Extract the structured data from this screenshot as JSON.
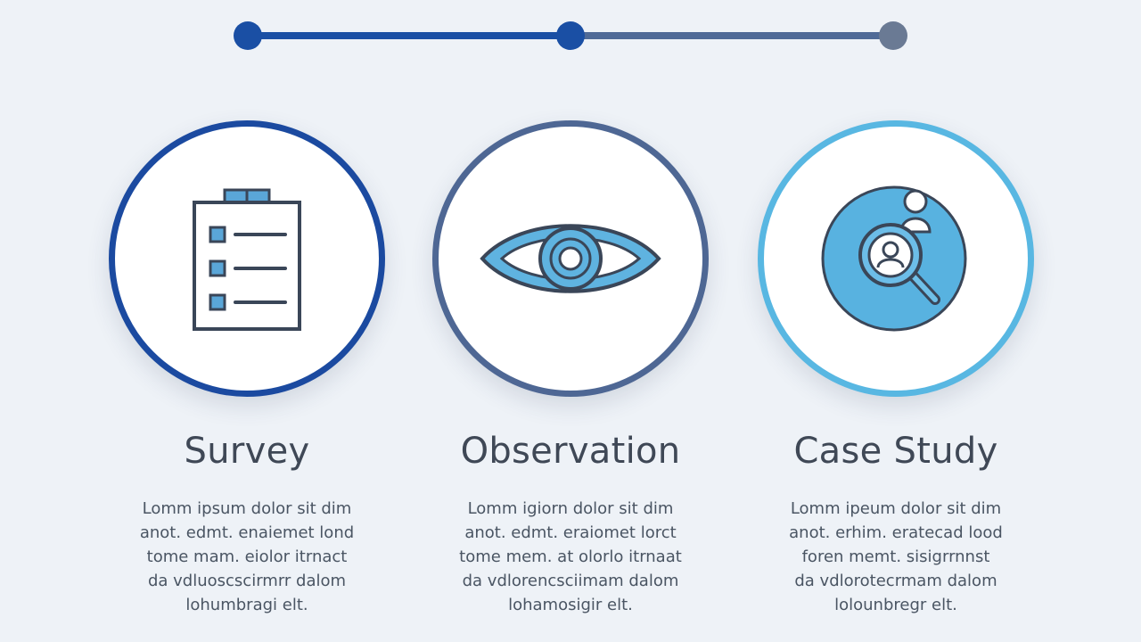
{
  "timeline": {
    "colors": [
      "#1a4fa4",
      "#4f6a97",
      "#6a7a94"
    ]
  },
  "cards": [
    {
      "title": "Survey",
      "description": "Lomm ipsum dolor sit dim\nanot. edmt. enaiemet lond\ntome mam. eiolor itrnact\nda vdluoscscirmrr dalom\nlohumbragi elt.",
      "icon": "clipboard-checklist-icon",
      "accent": "#1b4aa0"
    },
    {
      "title": "Observation",
      "description": "Lomm igiorn dolor sit dim\nanot. edmt. eraiomet lorct\ntome mem. at olorlo itrnaat\nda vdlorencsciimam dalom\nlohamosigir elt.",
      "icon": "eye-icon",
      "accent": "#4e6794"
    },
    {
      "title": "Case Study",
      "description": "Lomm ipeum dolor sit dim\nanot. erhim. eratecad lood\nforen memt. sisigrrnnst\nda vdlorotecrmam dalom\nlolounbregr elt.",
      "icon": "magnifier-person-icon",
      "accent": "#58b7e2"
    }
  ]
}
